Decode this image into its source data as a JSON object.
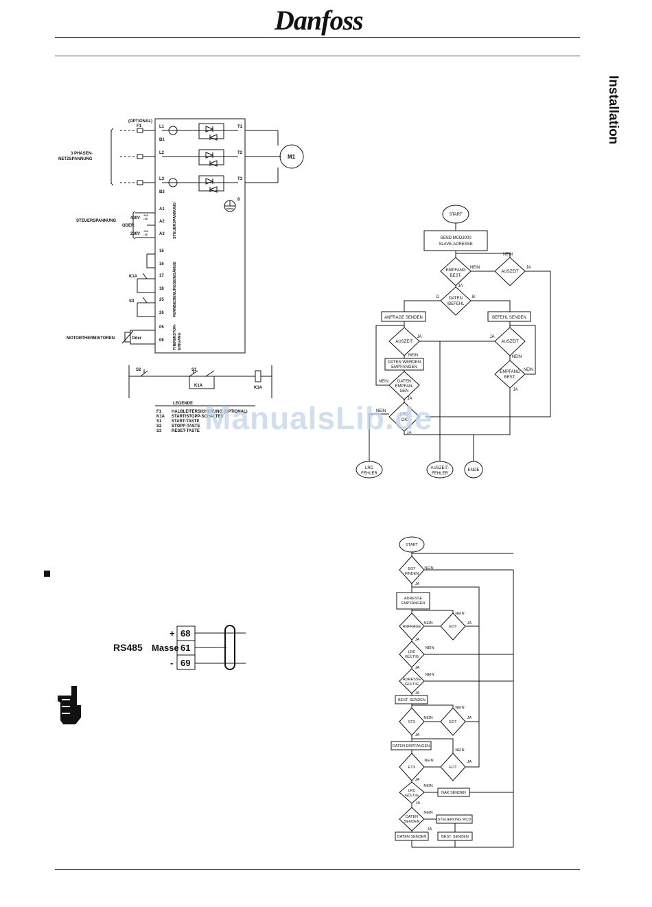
{
  "header": {
    "logo": "Danfoss"
  },
  "side_tab": "Installation",
  "wiring": {
    "optional": "(OPTIONAL)",
    "f1": "F1",
    "three_phase": [
      "3 PHASEN-",
      "NETZSPANNUNG"
    ],
    "terminals_left": [
      "L1",
      "B1",
      "L2",
      "L3",
      "B3",
      "A1",
      "A2",
      "A3",
      "15",
      "16",
      "17",
      "18",
      "25",
      "26",
      "05",
      "06"
    ],
    "terminals_right": [
      "T1",
      "T2",
      "T3",
      "8"
    ],
    "motor": "M1",
    "steuerspannung": "STEUERSPANNUNG",
    "v400": "400V",
    "v400_tol": [
      "+10",
      "-15"
    ],
    "oder": "ODER",
    "v230": "230V",
    "v230_tol": [
      "+10",
      "-15"
    ],
    "vert_steuerspannung": "STEUERSPANNUNG",
    "vert_inputs": "FERNBEDIENUNGSEINGÄNGE",
    "vert_thermistor": [
      "THERMISTOR-",
      "EINGANG"
    ],
    "k1a": "K1A",
    "s3": "S3",
    "motorthermistoren": "MOTORTHERMISTOREN",
    "oder2": "Oder",
    "s2": "S2",
    "s1": "S1",
    "legend_title": "LEGENDE",
    "legend_codes": [
      "F1",
      "K1A",
      "S1",
      "S2",
      "S3"
    ],
    "legend_desc": [
      "HALBLEITERSICHERUNG (OPTIONAL)",
      "START/STOPP-SCHALTER",
      "START-TASTE",
      "STOPP-TASTE",
      "RESET-TASTE"
    ]
  },
  "flow1": {
    "start": "START",
    "send": [
      "SEND MCD3000",
      "SLAVE-ADRESSE"
    ],
    "empfang_best": [
      "EMPFANG",
      "BEST."
    ],
    "nein": "NEIN",
    "ja": "JA",
    "auszeit": "AUSZEIT",
    "daten_befehl": [
      "DATEN",
      "/BEFEHL"
    ],
    "d": "D",
    "b": "B",
    "anfrage_senden": "ANFRAGE SENDEN",
    "befehl_senden": "BEFEHL SENDEN",
    "daten_werden": [
      "DATEN WERDEN",
      "EMPFANGEN"
    ],
    "daten_empfangen": [
      "DATEN",
      "EMPFAN-",
      "GEN"
    ],
    "lrc": [
      "LRC",
      "OK"
    ],
    "lrc_fehler": [
      "LRC",
      "FEHLER"
    ],
    "auszeit_fehler": [
      "AUSZEIT-",
      "FEHLER"
    ],
    "ende": "ENDE"
  },
  "rs485": {
    "label": "RS485",
    "masse": "Masse",
    "plus": "+",
    "minus": "-",
    "terminals": [
      "68",
      "61",
      "69"
    ]
  },
  "flow2": {
    "start": "START",
    "eot_finden": [
      "EOT",
      "FINDEN"
    ],
    "adresse_empfangen": [
      "ADRESSE",
      "EMPFANGEN"
    ],
    "anfrage": "ANFRAGE",
    "eot": "EOT",
    "lrc_gultig": [
      "LRC",
      "GÜLTIG"
    ],
    "adresse_gultig": [
      "ADRESSE",
      "GÜLTIG"
    ],
    "best_senden": "BEST. SENDEN",
    "stx": "STX",
    "daten_empfangen": "DATEN EMPFANGEN",
    "etx": "ETX",
    "nak_senden": "NAK SENDEN",
    "daten_senden": [
      "DATEN",
      "SENDEN"
    ],
    "steuerung_mcd": "STEUERUNG MCD",
    "daten_senden_box": "DATEN SENDEN",
    "best_senden_box": "BEST. SENDEN",
    "nein": "NEIN",
    "ja": "JA"
  },
  "watermark": "ManualsLib.de"
}
